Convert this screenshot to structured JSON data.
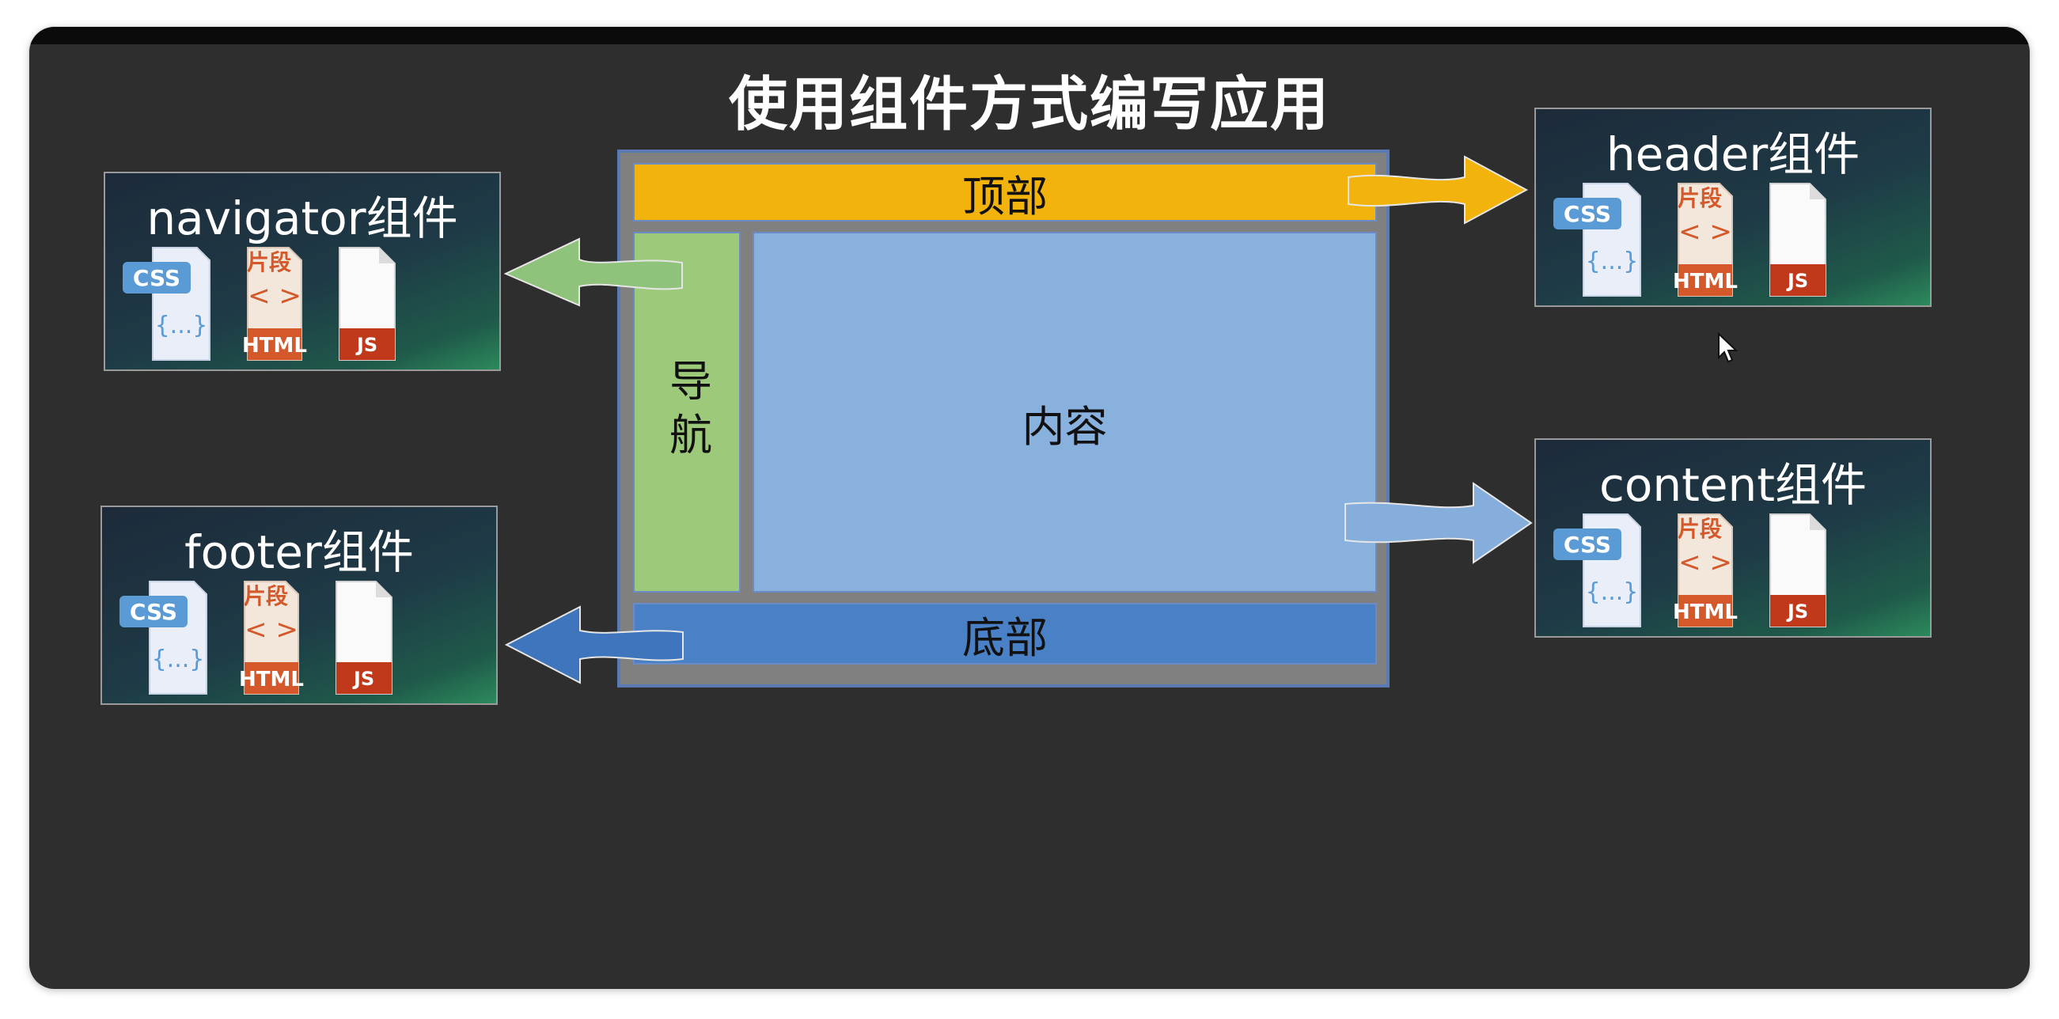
{
  "title": "使用组件方式编写应用",
  "layout": {
    "top_label": "顶部",
    "nav_label": "导航",
    "content_label": "内容",
    "bottom_label": "底部"
  },
  "components": [
    {
      "id": "navigator",
      "title": "navigator组件"
    },
    {
      "id": "footer",
      "title": "footer组件"
    },
    {
      "id": "header",
      "title": "header组件"
    },
    {
      "id": "content",
      "title": "content组件"
    }
  ],
  "file_icons": {
    "css_label": "CSS",
    "css_body": "{...}",
    "html_top": "片段",
    "html_code": "< >",
    "html_label": "HTML",
    "js_label": "JS"
  },
  "colors": {
    "top": "#f2b40c",
    "nav": "#9cc97a",
    "content": "#88b1de",
    "bottom": "#4a80c6",
    "css_blue": "#5b9bd5",
    "html_orange": "#d4582a",
    "js_red": "#c0391b"
  },
  "icons": [
    "css-file-icon",
    "html-file-icon",
    "js-file-icon",
    "arrow-icon",
    "mouse-cursor-icon"
  ]
}
